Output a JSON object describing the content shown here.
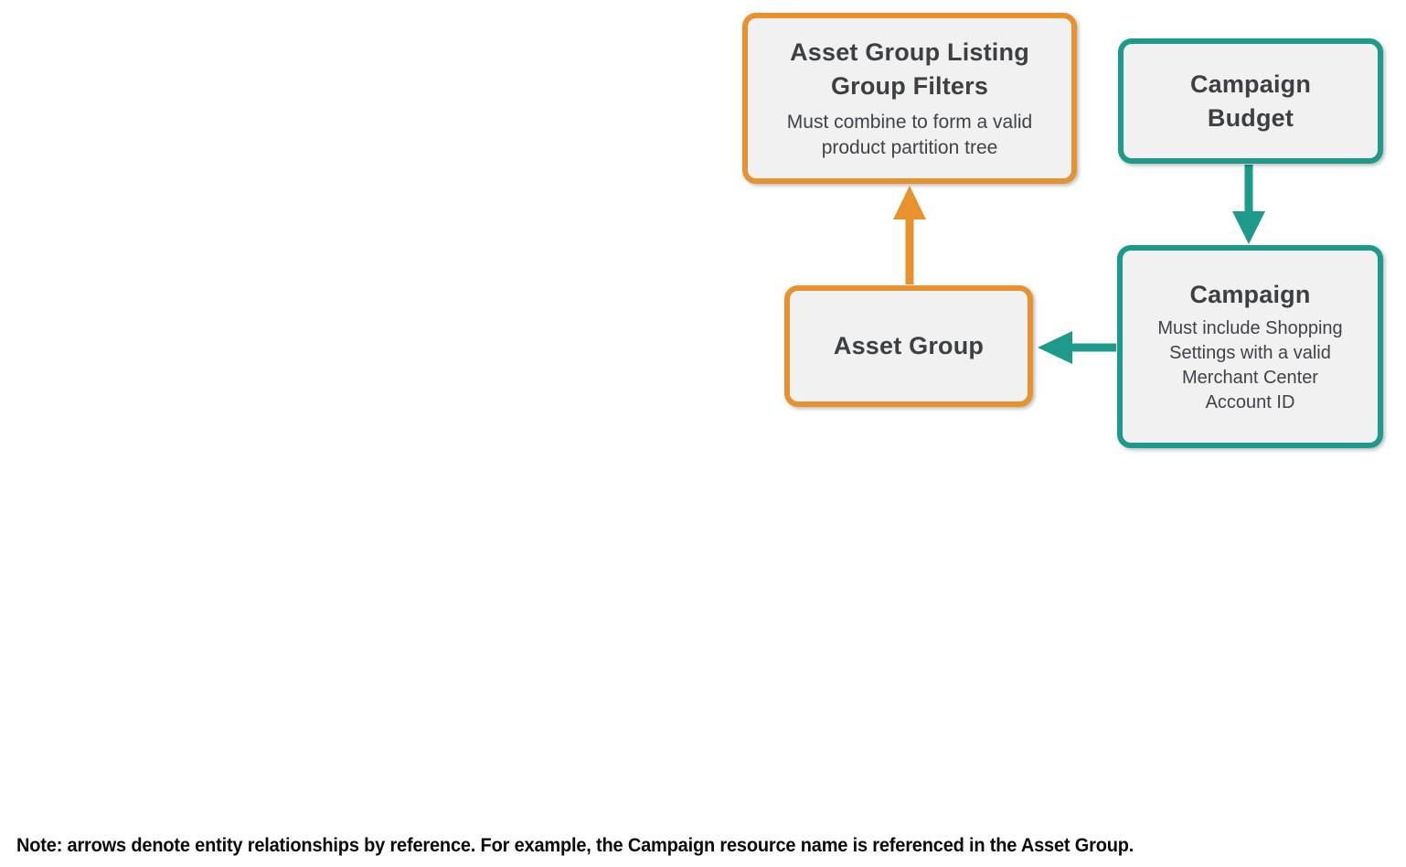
{
  "colors": {
    "orange_accent": "#e8912f",
    "teal_accent": "#1d9a8a",
    "node_fill": "#f1f1f2",
    "title_text": "#3c4043",
    "subtitle_text": "#3f4347",
    "note_text": "#0a0a0a",
    "page_background": "#ffffff"
  },
  "diagram": {
    "nodes": {
      "asset_group_listing_group_filters": {
        "title": "Asset Group Listing Group Filters",
        "subtitle": "Must combine to form a valid product partition tree",
        "accent": "orange"
      },
      "campaign_budget": {
        "title": "Campaign Budget",
        "accent": "teal"
      },
      "asset_group": {
        "title": "Asset Group",
        "accent": "orange"
      },
      "campaign": {
        "title": "Campaign",
        "subtitle": "Must include Shopping Settings with a valid Merchant Center Account ID",
        "accent": "teal"
      }
    },
    "edges": [
      {
        "from": "asset_group",
        "to": "asset_group_listing_group_filters",
        "color": "orange",
        "direction": "up"
      },
      {
        "from": "campaign_budget",
        "to": "campaign",
        "color": "teal",
        "direction": "down"
      },
      {
        "from": "campaign",
        "to": "asset_group",
        "color": "teal",
        "direction": "left"
      }
    ]
  },
  "note": {
    "text": "Note: arrows denote entity relationships by reference. For example, the Campaign resource name is referenced in the Asset Group."
  }
}
